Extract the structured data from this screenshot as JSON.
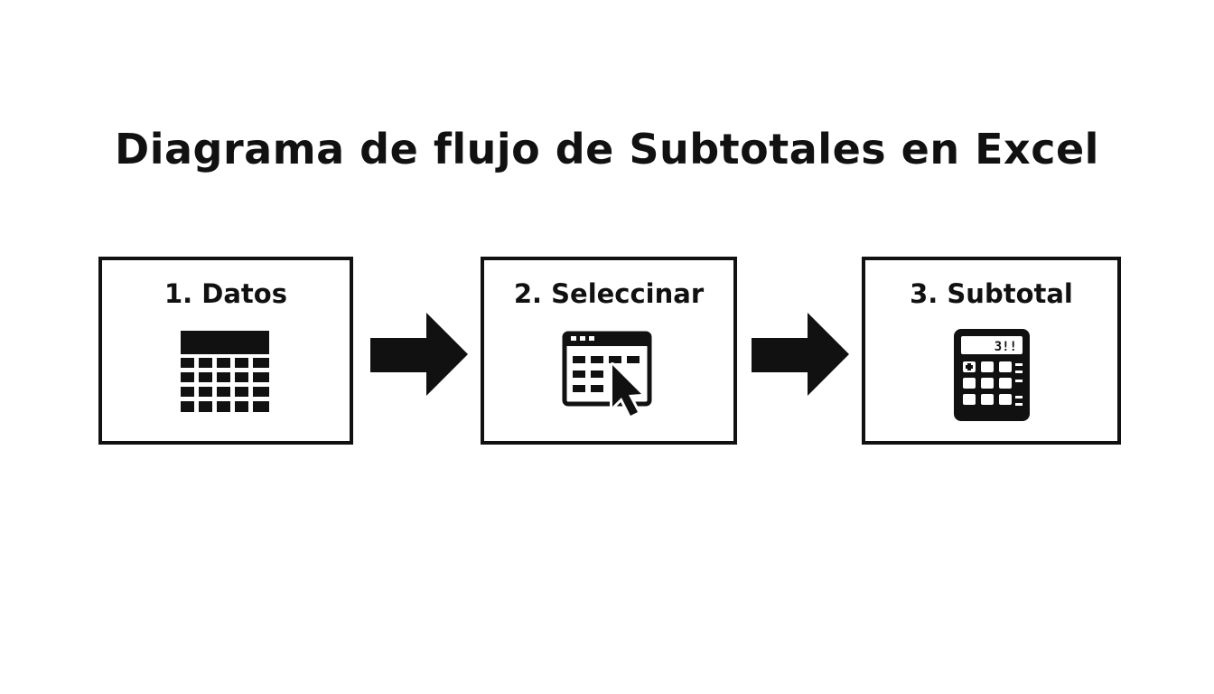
{
  "diagram": {
    "title": "Diagrama de flujo de Subtotales en Excel",
    "steps": [
      {
        "label": "1. Datos",
        "icon": "table-grid-icon"
      },
      {
        "label": "2. Seleccinar",
        "icon": "table-select-cursor-icon"
      },
      {
        "label": "3. Subtotal",
        "icon": "calculator-icon",
        "display": "3!!"
      }
    ],
    "connectors": [
      "right-arrow-icon",
      "right-arrow-icon"
    ],
    "colors": {
      "stroke": "#111111",
      "background": "#ffffff"
    }
  }
}
